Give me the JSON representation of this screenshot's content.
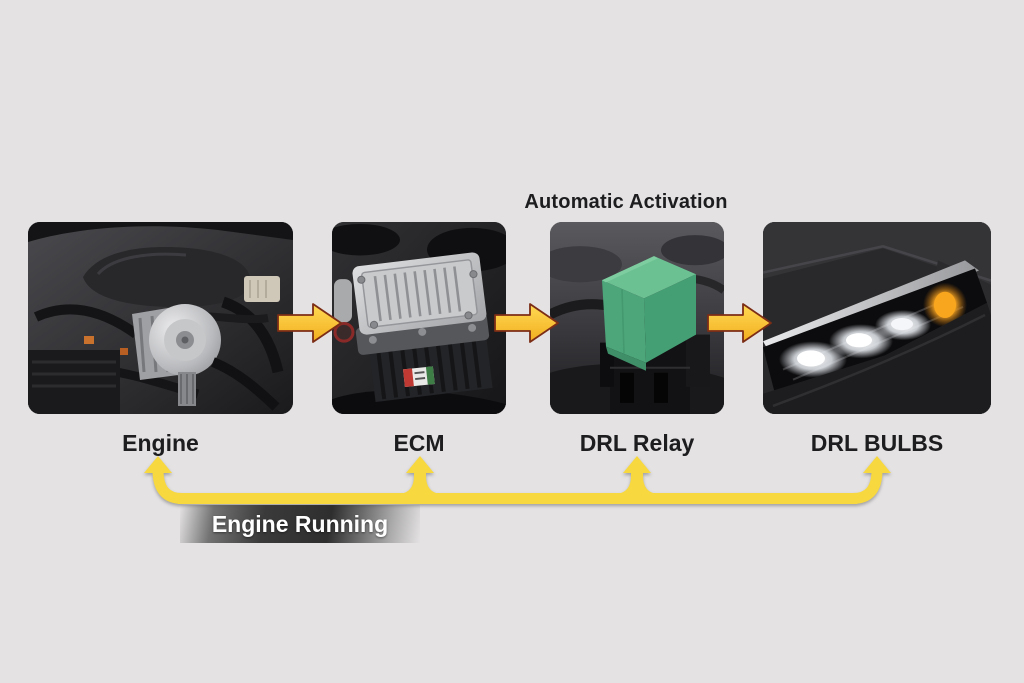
{
  "page": {
    "background_color": "#e4e2e3"
  },
  "annotations": {
    "automatic_activation": "Automatic Activation",
    "engine_running": "Engine Running"
  },
  "panels": [
    {
      "id": "engine",
      "label": "Engine",
      "image_alt": "Car engine bay photograph"
    },
    {
      "id": "ecm",
      "label": "ECM",
      "image_alt": "Engine control module photograph"
    },
    {
      "id": "drl-relay",
      "label": "DRL Relay",
      "image_alt": "Green DRL relay plugged into a black socket photograph"
    },
    {
      "id": "drl-bulbs",
      "label": "DRL BULBS",
      "image_alt": "LED headlight with daytime running lights lit photograph"
    }
  ],
  "colors": {
    "bracket_yellow": "#F7D93F",
    "flow_arrow_fill_top": "#FFDA54",
    "flow_arrow_fill_bottom": "#F2AE1F",
    "flow_arrow_outline": "#7C2D16",
    "label_text": "#1D1D1F",
    "engine_running_text": "#FFFFFF",
    "relay_green": "#4DA67A"
  }
}
